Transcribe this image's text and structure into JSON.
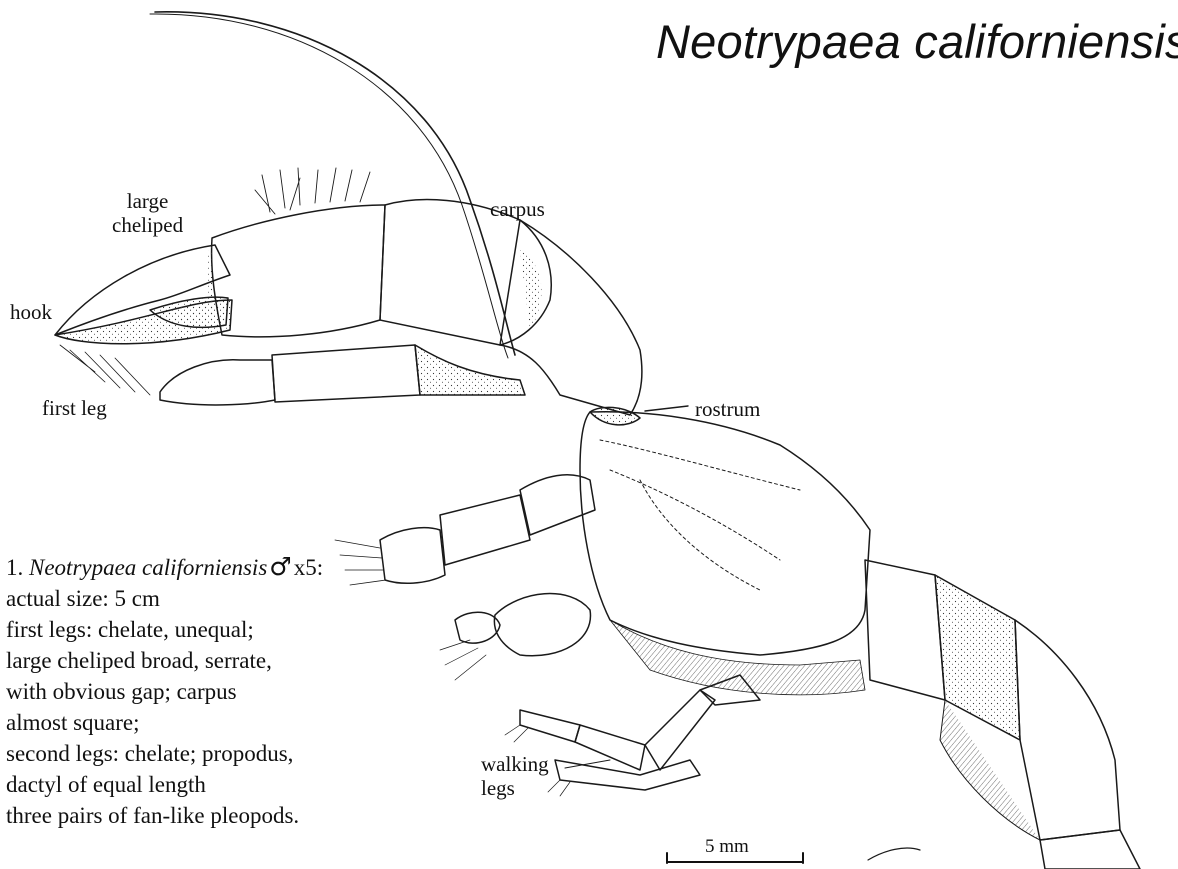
{
  "title": "Neotrypaea californiensis",
  "labels": {
    "large_cheliped": [
      "large",
      "cheliped"
    ],
    "carpus": "carpus",
    "hook": "hook",
    "first_leg": "first leg",
    "rostrum": "rostrum",
    "walking_legs": [
      "walking",
      "legs"
    ]
  },
  "description": {
    "number": "1.",
    "species": "Neotrypaea californiensis",
    "sex_symbol": "♂",
    "magnification": "x5:",
    "lines": [
      "actual size: 5 cm",
      "first legs: chelate, unequal;",
      "large cheliped broad, serrate,",
      "with obvious gap; carpus",
      "almost square;",
      "second legs: chelate; propodus,",
      "dactyl of equal length",
      "three pairs of fan-like pleopods."
    ]
  },
  "scale_bar": {
    "label": "5 mm"
  },
  "colors": {
    "ink": "#111111",
    "background": "#ffffff"
  }
}
